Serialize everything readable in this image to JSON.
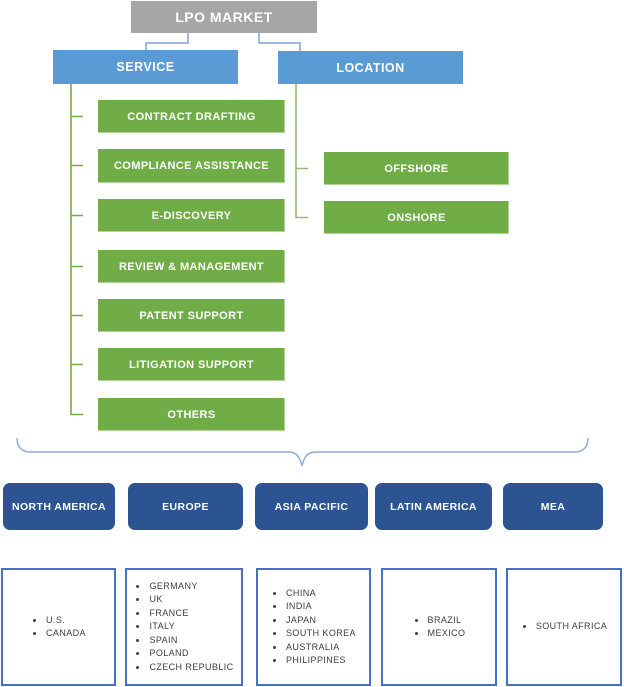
{
  "title": "LPO MARKET",
  "service": {
    "label": "SERVICE",
    "items": [
      "CONTRACT DRAFTING",
      "COMPLIANCE ASSISTANCE",
      "E-DISCOVERY",
      "REVIEW & MANAGEMENT",
      "PATENT SUPPORT",
      "LITIGATION SUPPORT",
      "OTHERS"
    ]
  },
  "location": {
    "label": "LOCATION",
    "items": [
      "OFFSHORE",
      "ONSHORE"
    ]
  },
  "regions": [
    {
      "label": "NORTH AMERICA",
      "countries": [
        "U.S.",
        "CANADA"
      ]
    },
    {
      "label": "EUROPE",
      "countries": [
        "GERMANY",
        "UK",
        "FRANCE",
        "ITALY",
        "SPAIN",
        "POLAND",
        "CZECH REPUBLIC"
      ]
    },
    {
      "label": "ASIA PACIFIC",
      "countries": [
        "CHINA",
        "INDIA",
        "JAPAN",
        "SOUTH KOREA",
        "AUSTRALIA",
        "PHILIPPINES"
      ]
    },
    {
      "label": "LATIN AMERICA",
      "countries": [
        "BRAZIL",
        "MEXICO"
      ]
    },
    {
      "label": "MEA",
      "countries": [
        "SOUTH AFRICA"
      ]
    }
  ],
  "colors": {
    "root_bg": "#a6a6a6",
    "branch_bg": "#5b9bd5",
    "leaf_bg": "#70ad47",
    "region_bg": "#2d5492",
    "list_border": "#4472c4",
    "connector_blue": "#7fa3d4",
    "brace_blue": "#8faadc",
    "connector_green": "#70ad47"
  }
}
